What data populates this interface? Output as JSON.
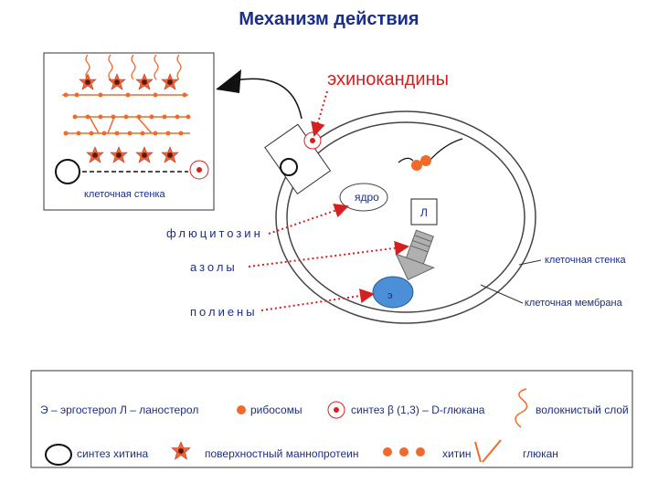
{
  "title": "Механизм действия",
  "drugs": {
    "echinocandins": "эхинокандины",
    "flucytosine": "флюцитозин",
    "azoles": "азолы",
    "polyenes": "полиены"
  },
  "labels": {
    "inset_cell_wall": "клеточная стенка",
    "nucleus": "ядро",
    "lanosterol_box": "Л",
    "ergosterol_oval": "э",
    "cell_wall": "клеточная стенка",
    "cell_membrane": "клеточная мембрана"
  },
  "legend": {
    "ergo_lano": "Э – эргостерол  Л – ланостерол",
    "ribosomes": "рибосомы",
    "glucan_synthesis": "синтез β (1,3) – D-глюкана",
    "fibrous_layer": "волокнистый слой",
    "chitin_synthesis": "синтез хитина",
    "mannoprotein": "поверхностный маннопротеин",
    "chitin": "хитин",
    "glucan": "глюкан"
  },
  "colors": {
    "title": "#1a2e8a",
    "drug_red": "#d62020",
    "orange": "#f06a2a",
    "dark": "#111111",
    "arrow_grey": "#b0b0b0"
  }
}
